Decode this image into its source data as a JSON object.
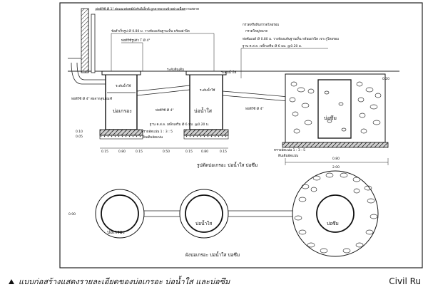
{
  "diagram": {
    "section_title": "รูปตัดบ่อเกรอะ บ่อน้ำใส บ่อซึม",
    "plan_title": "ผังบ่อเกรอะ บ่อน้ำใส บ่อซึม",
    "caption": "แบบก่อสร้างแสดงรายละเอียดของบ่อเกรอะ บ่อน้ำใส และบ่อซึม",
    "watermark": "Civil Ru",
    "tanks": {
      "septic": "บ่อเกรอะ",
      "clear": "บ่อน้ำใส",
      "soak": "บ่อซึม"
    },
    "notes": {
      "vent_pipe": "ท่อพีวีซี Ø 1\" ต่อแนวท่อหมีบังรับอิเล็กต์ ถูกจากพากเข้าอย่างเพื่อความสอาด",
      "tee_pipe": "ท่อพีวีซีรูปตัว T Ø 4\"",
      "pipe_in": "ท่อพีวีซี Ø 4\" ต่อจากสุขภัณฑ์",
      "ring_concrete_1": "ข้อสำเร็จรูป Ø 0.80 ม. วางท้องแท้นฐานเห็น พร้อมฝาปิด",
      "ring_concrete_2": "ข้อสำเร็จรูป Ø 0.80 ม. วางท้องแท้นฐานเห็น พร้อมฝาปิด",
      "soak_ring": "ท่อซีเมนต์ Ø 0.80 ม. วางท้องแท้นฐานเห็น พร้อมฝาปิด เจาะรูโดยรอบ",
      "water_level": "ระดับน้ำใช้",
      "water_level_2": "ระดับน้ำใช้",
      "water_level_3": "ระดับน้ำใช้",
      "grade_level": "ระดับดินเดิม",
      "pipe_4a": "ท่อพีวีซี Ø 4\"",
      "pipe_4b": "ท่อพีวีซี Ø 4\"",
      "pipe_4c": "ท่อพีวีซี Ø 4\"",
      "base_note_1": "ฐาน ค.ส.ล. เหล็กเสริม Ø 6 มม. @0.20 ม.",
      "base_note_2": "ฐาน ค.ส.ล. เหล็กเสริม Ø 6 มม. @0.20 ม.",
      "mix_1": "ทรายอัดแน่น 1 : 3 : 5",
      "mix_2": "ทรายอัดแน่น 1 : 3 : 5",
      "gravel_fill": "กรวดหรือหินกรวดโดยรอบ",
      "coarse_gravel": "กรวดใหญ่ขนาด",
      "soil_1": "ดินเดิมอัดแน่น",
      "soil_2": "ดินเดิมอัดแน่น"
    },
    "dims": {
      "d015": "0.15",
      "d080": "0.80",
      "d050": "0.50",
      "d010": "0.10",
      "d005": "0.05",
      "d020": "0.20",
      "d200": "2.00",
      "d090": "0.90"
    }
  }
}
